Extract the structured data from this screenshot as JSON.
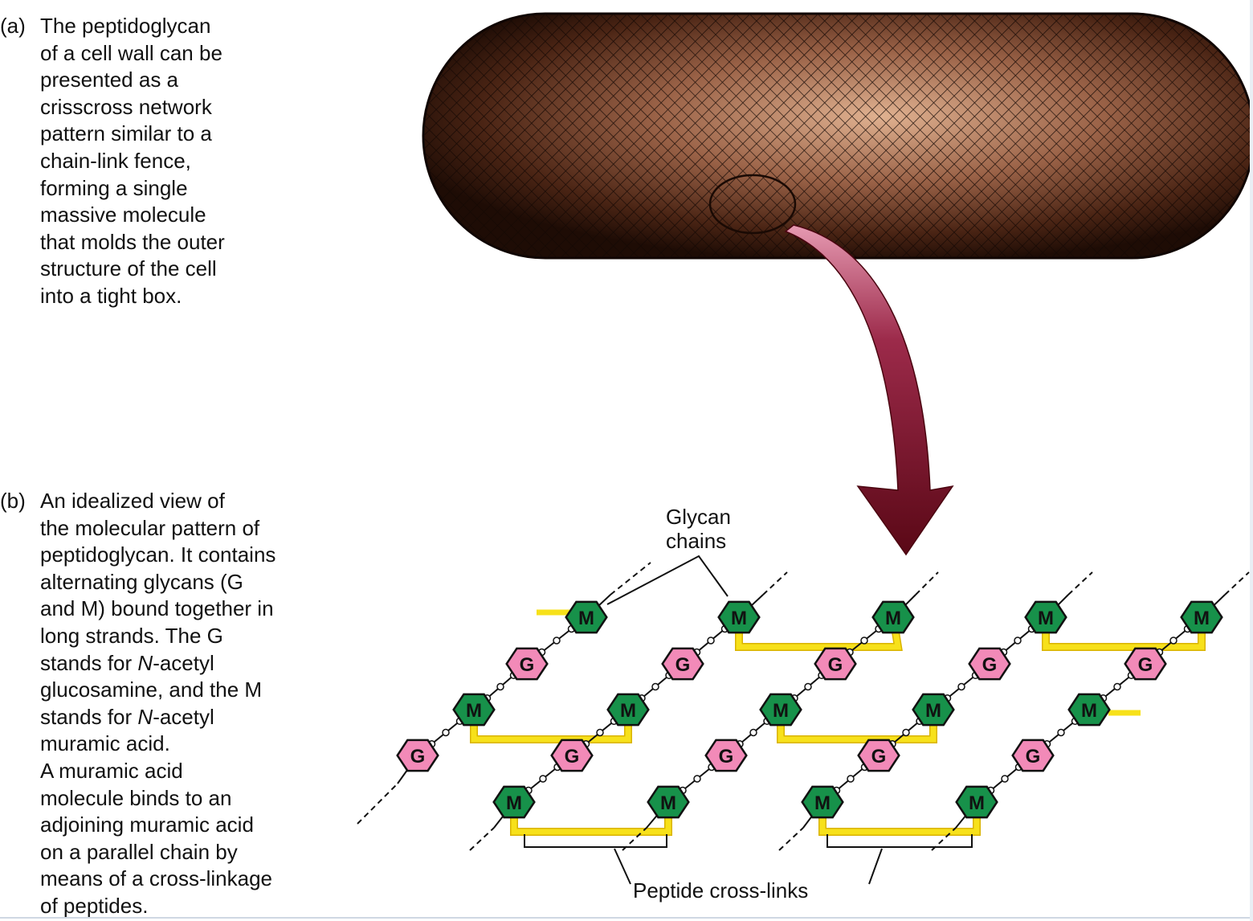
{
  "captions": {
    "a": {
      "tag": "(a)",
      "text": "The peptidoglycan\nof a cell wall can be\npresented as a\ncrisscross network\npattern similar to a\nchain-link fence,\nforming a single\nmassive molecule\nthat molds the outer\nstructure of the cell\ninto a tight box."
    },
    "b": {
      "tag": "(b)",
      "text": "An idealized view of\nthe molecular pattern of\npeptidoglycan. It contains\nalternating glycans (G\nand M) bound together in\nlong strands. The G\nstands for N-acetyl\nglucosamine, and the M\nstands for N-acetyl\nmuramic acid.\nA muramic  acid\nmolecule binds to an\nadjoining muramic acid\non a parallel chain by\nmeans of a cross-linkage\nof peptides."
    }
  },
  "labels": {
    "glycan_chains_line1": "Glycan",
    "glycan_chains_line2": "chains",
    "peptide_cross_links": "Peptide cross-links"
  },
  "units": {
    "g": "G",
    "m": "M"
  },
  "colors": {
    "cell_dark": "#2a1208",
    "cell_mid": "#7a4a33",
    "cell_light": "#d9a98a",
    "arrow": "#6e0f1e",
    "arrow_light": "#c0607a",
    "m_fill": "#17914a",
    "g_fill": "#f28ab8",
    "crosslink": "#f7e11a",
    "crosslink_edge": "#d9b300"
  }
}
